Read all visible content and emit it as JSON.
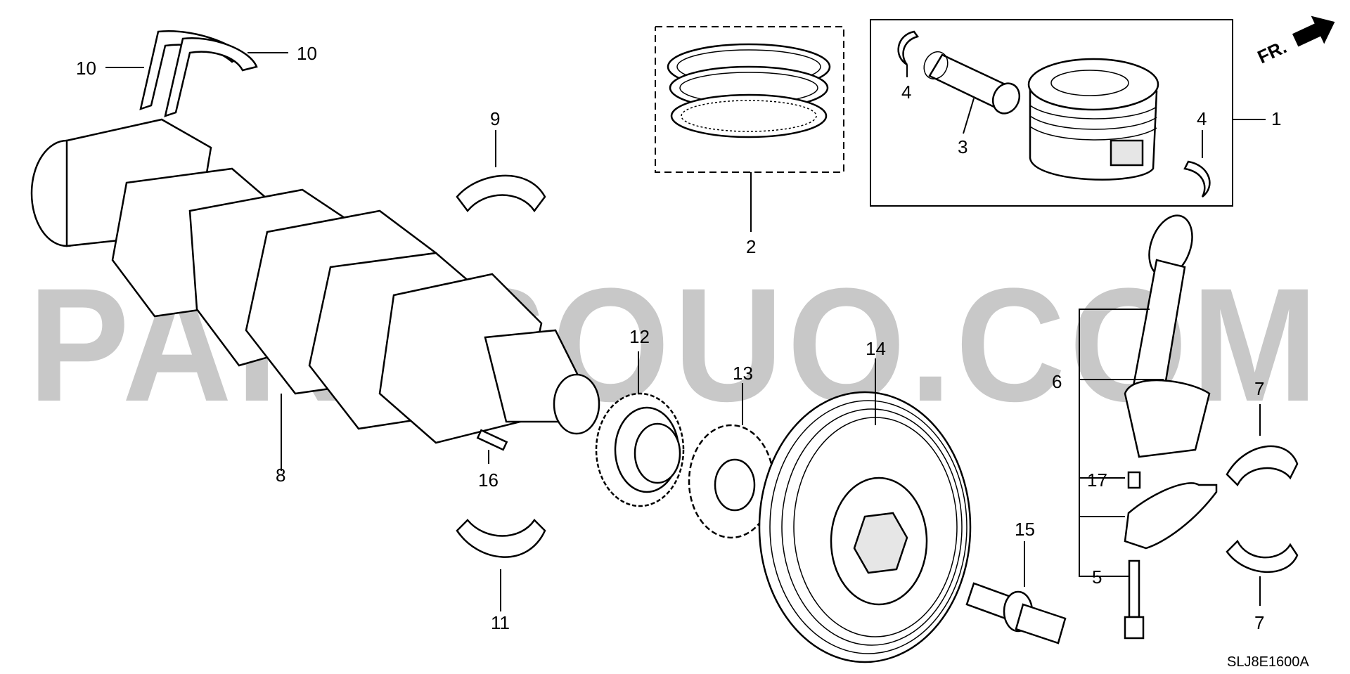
{
  "watermark": "PARTSOUQ.COM",
  "fr_arrow": "FR.",
  "diagram_code": "SLJ8E1600A",
  "callouts": {
    "c1": "1",
    "c2": "2",
    "c3": "3",
    "c4a": "4",
    "c4b": "4",
    "c5": "5",
    "c6": "6",
    "c7a": "7",
    "c7b": "7",
    "c8": "8",
    "c9": "9",
    "c10a": "10",
    "c10b": "10",
    "c11": "11",
    "c12": "12",
    "c13": "13",
    "c14": "14",
    "c15": "15",
    "c16": "16",
    "c17": "17"
  }
}
